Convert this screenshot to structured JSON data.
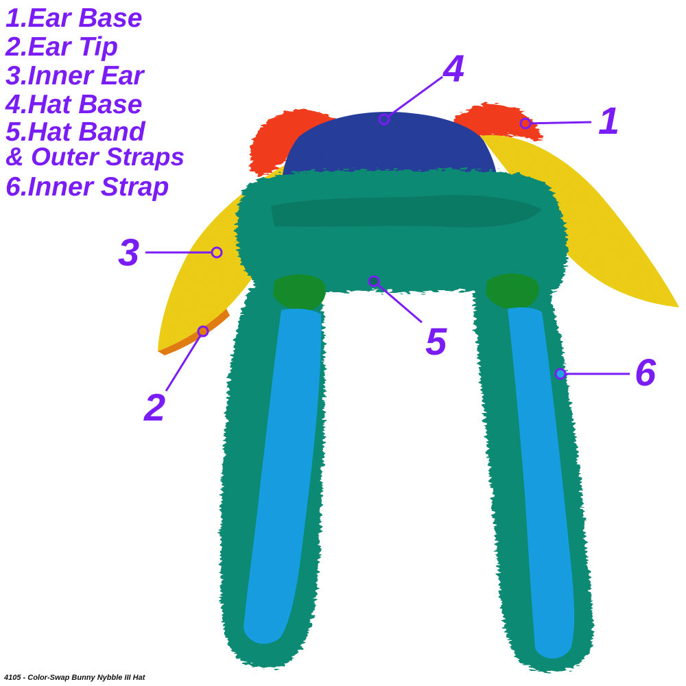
{
  "legend": [
    {
      "number": "1",
      "text": "1.Ear Base"
    },
    {
      "number": "2",
      "text": "2.Ear Tip"
    },
    {
      "number": "3",
      "text": "3.Inner Ear"
    },
    {
      "number": "4",
      "text": "4.Hat Base"
    },
    {
      "number": "5",
      "text": "5.Hat Band"
    },
    {
      "number": "5",
      "text": "& Outer Straps"
    },
    {
      "number": "6",
      "text": "6.Inner Strap"
    }
  ],
  "callouts": [
    "1",
    "2",
    "3",
    "4",
    "5",
    "6"
  ],
  "caption": "4105 - Color-Swap Bunny Nybble III Hat",
  "colors": {
    "label": "#7a1cf5",
    "fur_green": "#0f8a73",
    "fur_dark": "#0a6a57",
    "hat_base_blue": "#2a3f9e",
    "inner_ear_yellow": "#f2d21a",
    "ear_base_red": "#f03a1c",
    "strap_blue": "#1fa2e6",
    "strap_top_green": "#1f8f2f"
  }
}
